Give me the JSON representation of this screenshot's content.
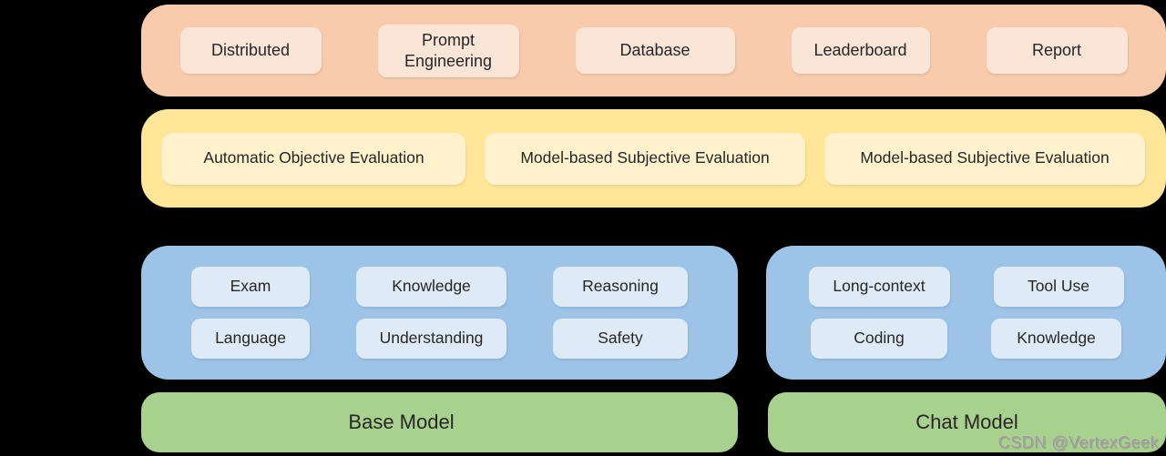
{
  "layers": {
    "tools": {
      "items": [
        "Distributed",
        "Prompt Engineering",
        "Database",
        "Leaderboard",
        "Report"
      ]
    },
    "evaluation": {
      "items": [
        "Automatic Objective Evaluation",
        "Model-based Subjective Evaluation",
        "Model-based Subjective Evaluation"
      ]
    },
    "base_capabilities": {
      "items": [
        "Exam",
        "Knowledge",
        "Reasoning",
        "Language",
        "Understanding",
        "Safety"
      ]
    },
    "chat_capabilities": {
      "items": [
        "Long-context",
        "Tool Use",
        "Coding",
        "Knowledge"
      ]
    },
    "models": {
      "base": "Base Model",
      "chat": "Chat Model"
    }
  },
  "watermark": "CSDN @VertexGeek",
  "colors": {
    "background": "#000000",
    "text": "#262626",
    "tools_bg": "#F8CBAD",
    "tools_chip_bg": "#FBE5D6",
    "evaluation_bg": "#FFE699",
    "evaluation_chip_bg": "#FFF2CC",
    "capability_bg": "#9DC3E6",
    "capability_chip_bg": "#DEEBF7",
    "model_bg": "#A9D18E",
    "watermark_text": "#9B9B9B"
  }
}
